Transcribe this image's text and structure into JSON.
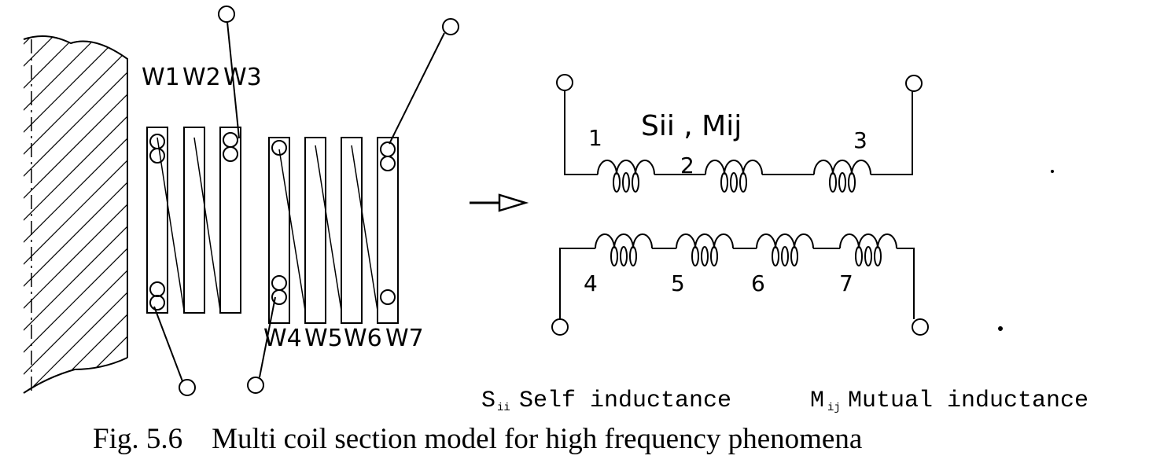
{
  "coil_labels_top": [
    "W1",
    "W2",
    "W3"
  ],
  "coil_labels_bottom": [
    "W4",
    "W5",
    "W6",
    "W7"
  ],
  "circuit": {
    "param_label": "Sii , Mij",
    "top_numbers": [
      "1",
      "2",
      "3"
    ],
    "bottom_numbers": [
      "4",
      "5",
      "6",
      "7"
    ]
  },
  "legend": {
    "self_symbol": "S",
    "self_sub": "ii",
    "self_text": "Self inductance",
    "mutual_symbol": "M",
    "mutual_sub": "ij",
    "mutual_text": "Mutual inductance"
  },
  "caption": "Fig. 5.6    Multi coil section model for high frequency phenomena"
}
